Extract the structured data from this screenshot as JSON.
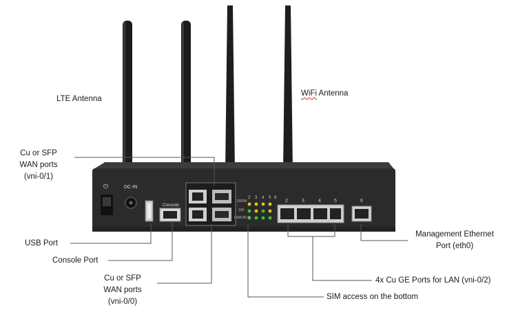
{
  "labels": {
    "lte_antenna": "LTE Antenna",
    "wifi_antenna_prefix": "WiFi",
    "wifi_antenna_suffix": " Antenna",
    "wan_top": [
      "Cu or SFP",
      "WAN ports",
      "(vni-0/1)"
    ],
    "usb_port": "USB Port",
    "console_port": "Console Port",
    "wan_bottom": [
      "Cu or SFP",
      "WAN ports",
      "(vni-0/0)"
    ],
    "mgmt_ethernet": [
      "Management Ethernet",
      "Port (eth0)"
    ],
    "lan_ports": "4x Cu GE Ports for LAN (vni-0/2)",
    "sim_access": "SIM access on the bottom"
  },
  "device": {
    "power_symbol": "⏻",
    "dc_in": "DC-IN",
    "console": "Console",
    "led_headers": [
      "2",
      "3",
      "4",
      "5",
      "6"
    ],
    "led_row_labels": [
      "1000M",
      "100",
      "LINK/ACT"
    ],
    "port_numbers": [
      "2",
      "3",
      "4",
      "5",
      "6"
    ]
  },
  "colors": {
    "chassis": "#2b2b2b",
    "led_yellow": "#e8c21a",
    "led_green": "#39c43a",
    "leader_line": "#555555"
  }
}
